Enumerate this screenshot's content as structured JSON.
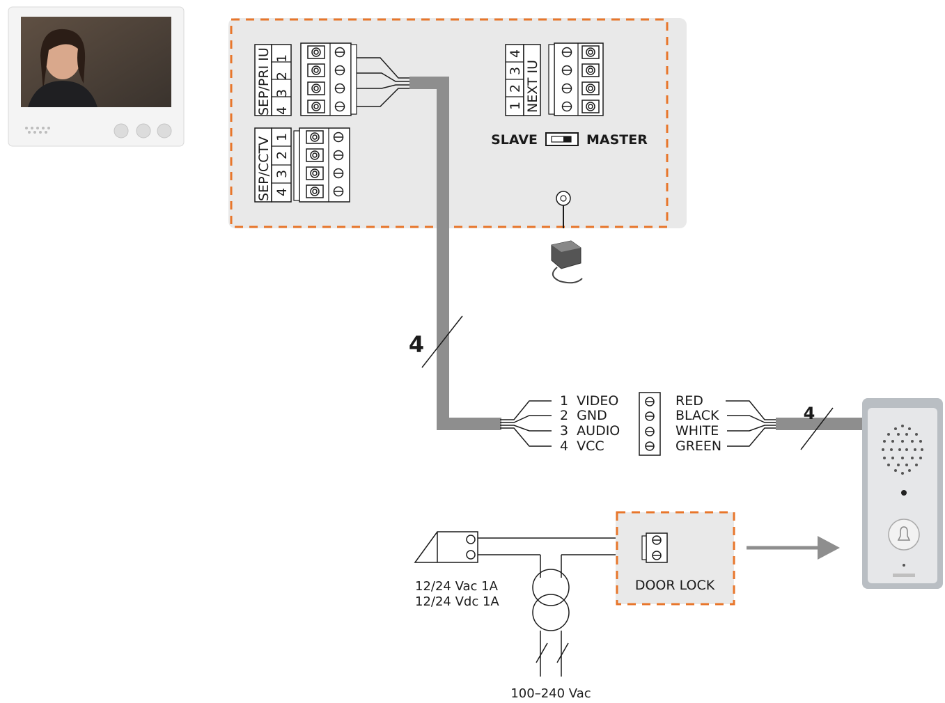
{
  "panel": {
    "sep_pri_label": "SEP/PRI IU",
    "sep_cctv_label": "SEP/CCTV",
    "next_label": "NEXT IU",
    "terminals_left": [
      "1",
      "2",
      "3",
      "4"
    ],
    "terminals_right": [
      "4",
      "3",
      "2",
      "1"
    ],
    "slave_label": "SLAVE",
    "master_label": "MASTER"
  },
  "cable_count_main": "4",
  "cable_count_door": "4",
  "wiring": {
    "signals": [
      "1  VIDEO",
      "2  GND",
      "3  AUDIO",
      "4  VCC"
    ],
    "colors": [
      "RED",
      "BLACK",
      "WHITE",
      "GREEN"
    ]
  },
  "lock_circuit": {
    "supply_line1": "12/24 Vac 1A",
    "supply_line2": "12/24 Vdc 1A",
    "mains_label": "100–240 Vac",
    "door_lock_label": "DOOR LOCK"
  },
  "colors": {
    "accent_dashed": "#e8762b",
    "panel_bg": "#e9e9e9",
    "cable": "#8e8e8e"
  }
}
